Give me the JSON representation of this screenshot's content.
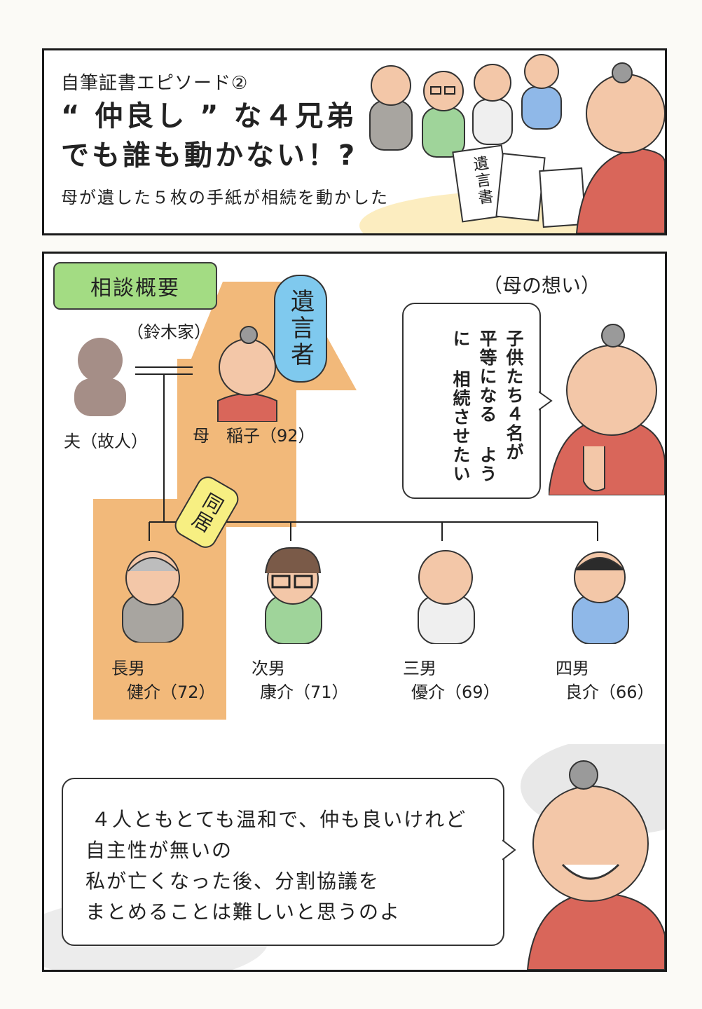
{
  "header": {
    "kicker": "自筆証書エピソード②",
    "title_line1": "“ 仲良し ” な４兄弟",
    "title_line2": "でも誰も動かない！?",
    "subtitle": "母が遺した５枚の手紙が相続を動かした",
    "will_document_text": "遺言書"
  },
  "overview": {
    "label": "相談概要",
    "family_name": "（鈴木家）",
    "testator_tag": "遺言者",
    "cohabit_tag": "同居",
    "husband": "夫（故人）",
    "mother": "母　稲子（92）",
    "sons": [
      {
        "role": "長男",
        "name": "健介（72）",
        "shirt_color": "#a8a5a0"
      },
      {
        "role": "次男",
        "name": "康介（71）",
        "shirt_color": "#9fd49a"
      },
      {
        "role": "三男",
        "name": "優介（69）",
        "shirt_color": "#efefef"
      },
      {
        "role": "四男",
        "name": "良介（66）",
        "shirt_color": "#8fb8e8"
      }
    ]
  },
  "mother_wish": {
    "heading": "（母の想い）",
    "line1": "子供たち４名が",
    "line2": "平等になる",
    "line3": "ように",
    "line4": "相続させたい"
  },
  "quote": {
    "line1": "４人ともとても温和で、仲も良いけれど",
    "line2": "自主性が無いの",
    "line3": "私が亡くなった後、分割協議を",
    "line4": "まとめることは難しいと思うのよ"
  },
  "colors": {
    "arrow": "#f2b97a",
    "label_green": "#a3dc83",
    "testator_blue": "#7fc9ee",
    "cohabit_yellow": "#f7ef82",
    "sweater_red": "#d9665a"
  }
}
